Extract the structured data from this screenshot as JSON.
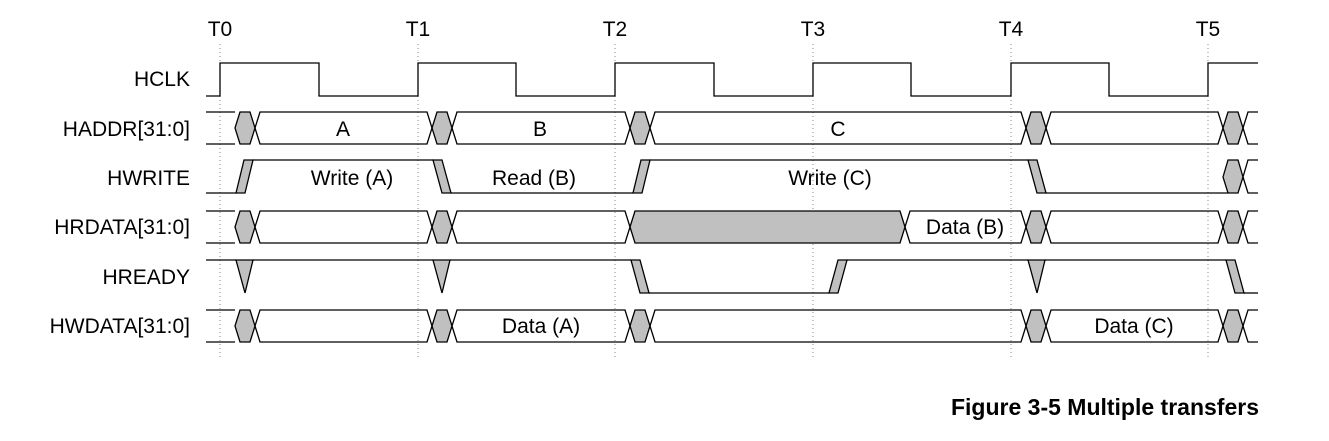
{
  "time_labels": [
    "T0",
    "T1",
    "T2",
    "T3",
    "T4",
    "T5"
  ],
  "signals": {
    "hclk": "HCLK",
    "haddr": "HADDR[31:0]",
    "hwrite": "HWRITE",
    "hrdata": "HRDATA[31:0]",
    "hready": "HREADY",
    "hwdata": "HWDATA[31:0]"
  },
  "labels": {
    "haddr_a": "A",
    "haddr_b": "B",
    "haddr_c": "C",
    "hwrite_a": "Write (A)",
    "hwrite_b": "Read (B)",
    "hwrite_c": "Write (C)",
    "hrdata_b": "Data (B)",
    "hwdata_a": "Data (A)",
    "hwdata_c": "Data (C)"
  },
  "caption": "Figure 3-5 Multiple transfers",
  "colors": {
    "line": "#000000",
    "shade": "#c0c0c0",
    "grid": "#888888"
  }
}
